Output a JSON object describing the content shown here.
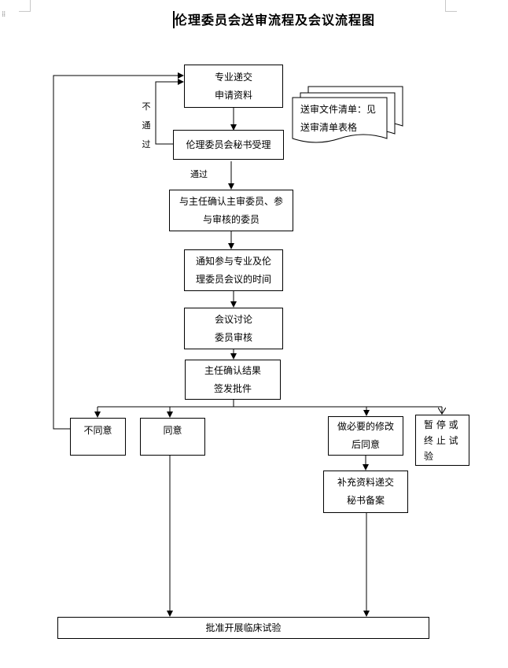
{
  "title": "伦理委员会送审流程及会议流程图",
  "nodes": {
    "submit": "专业递交\n申请资料",
    "secretary": "伦理委员会秘书受理",
    "confirm": "与主任确认主审委员、参\n与审核的委员",
    "notify": "通知参与专业及伦\n理委员会议的时间",
    "discuss": "会议讨论\n委员审核",
    "director": "主任确认结果\n签发批件",
    "disagree": "不同意",
    "agree": "同意",
    "modify": "做必要的修改\n后同意",
    "suspend": "暂 停 或\n终 止 试\n验",
    "supplement": "补充资料递交\n秘书备案",
    "approve": "批准开展临床试验"
  },
  "document_note": "送审文件清单：见\n送审清单表格",
  "labels": {
    "fail": "不\n通\n过",
    "pass": "通过"
  }
}
